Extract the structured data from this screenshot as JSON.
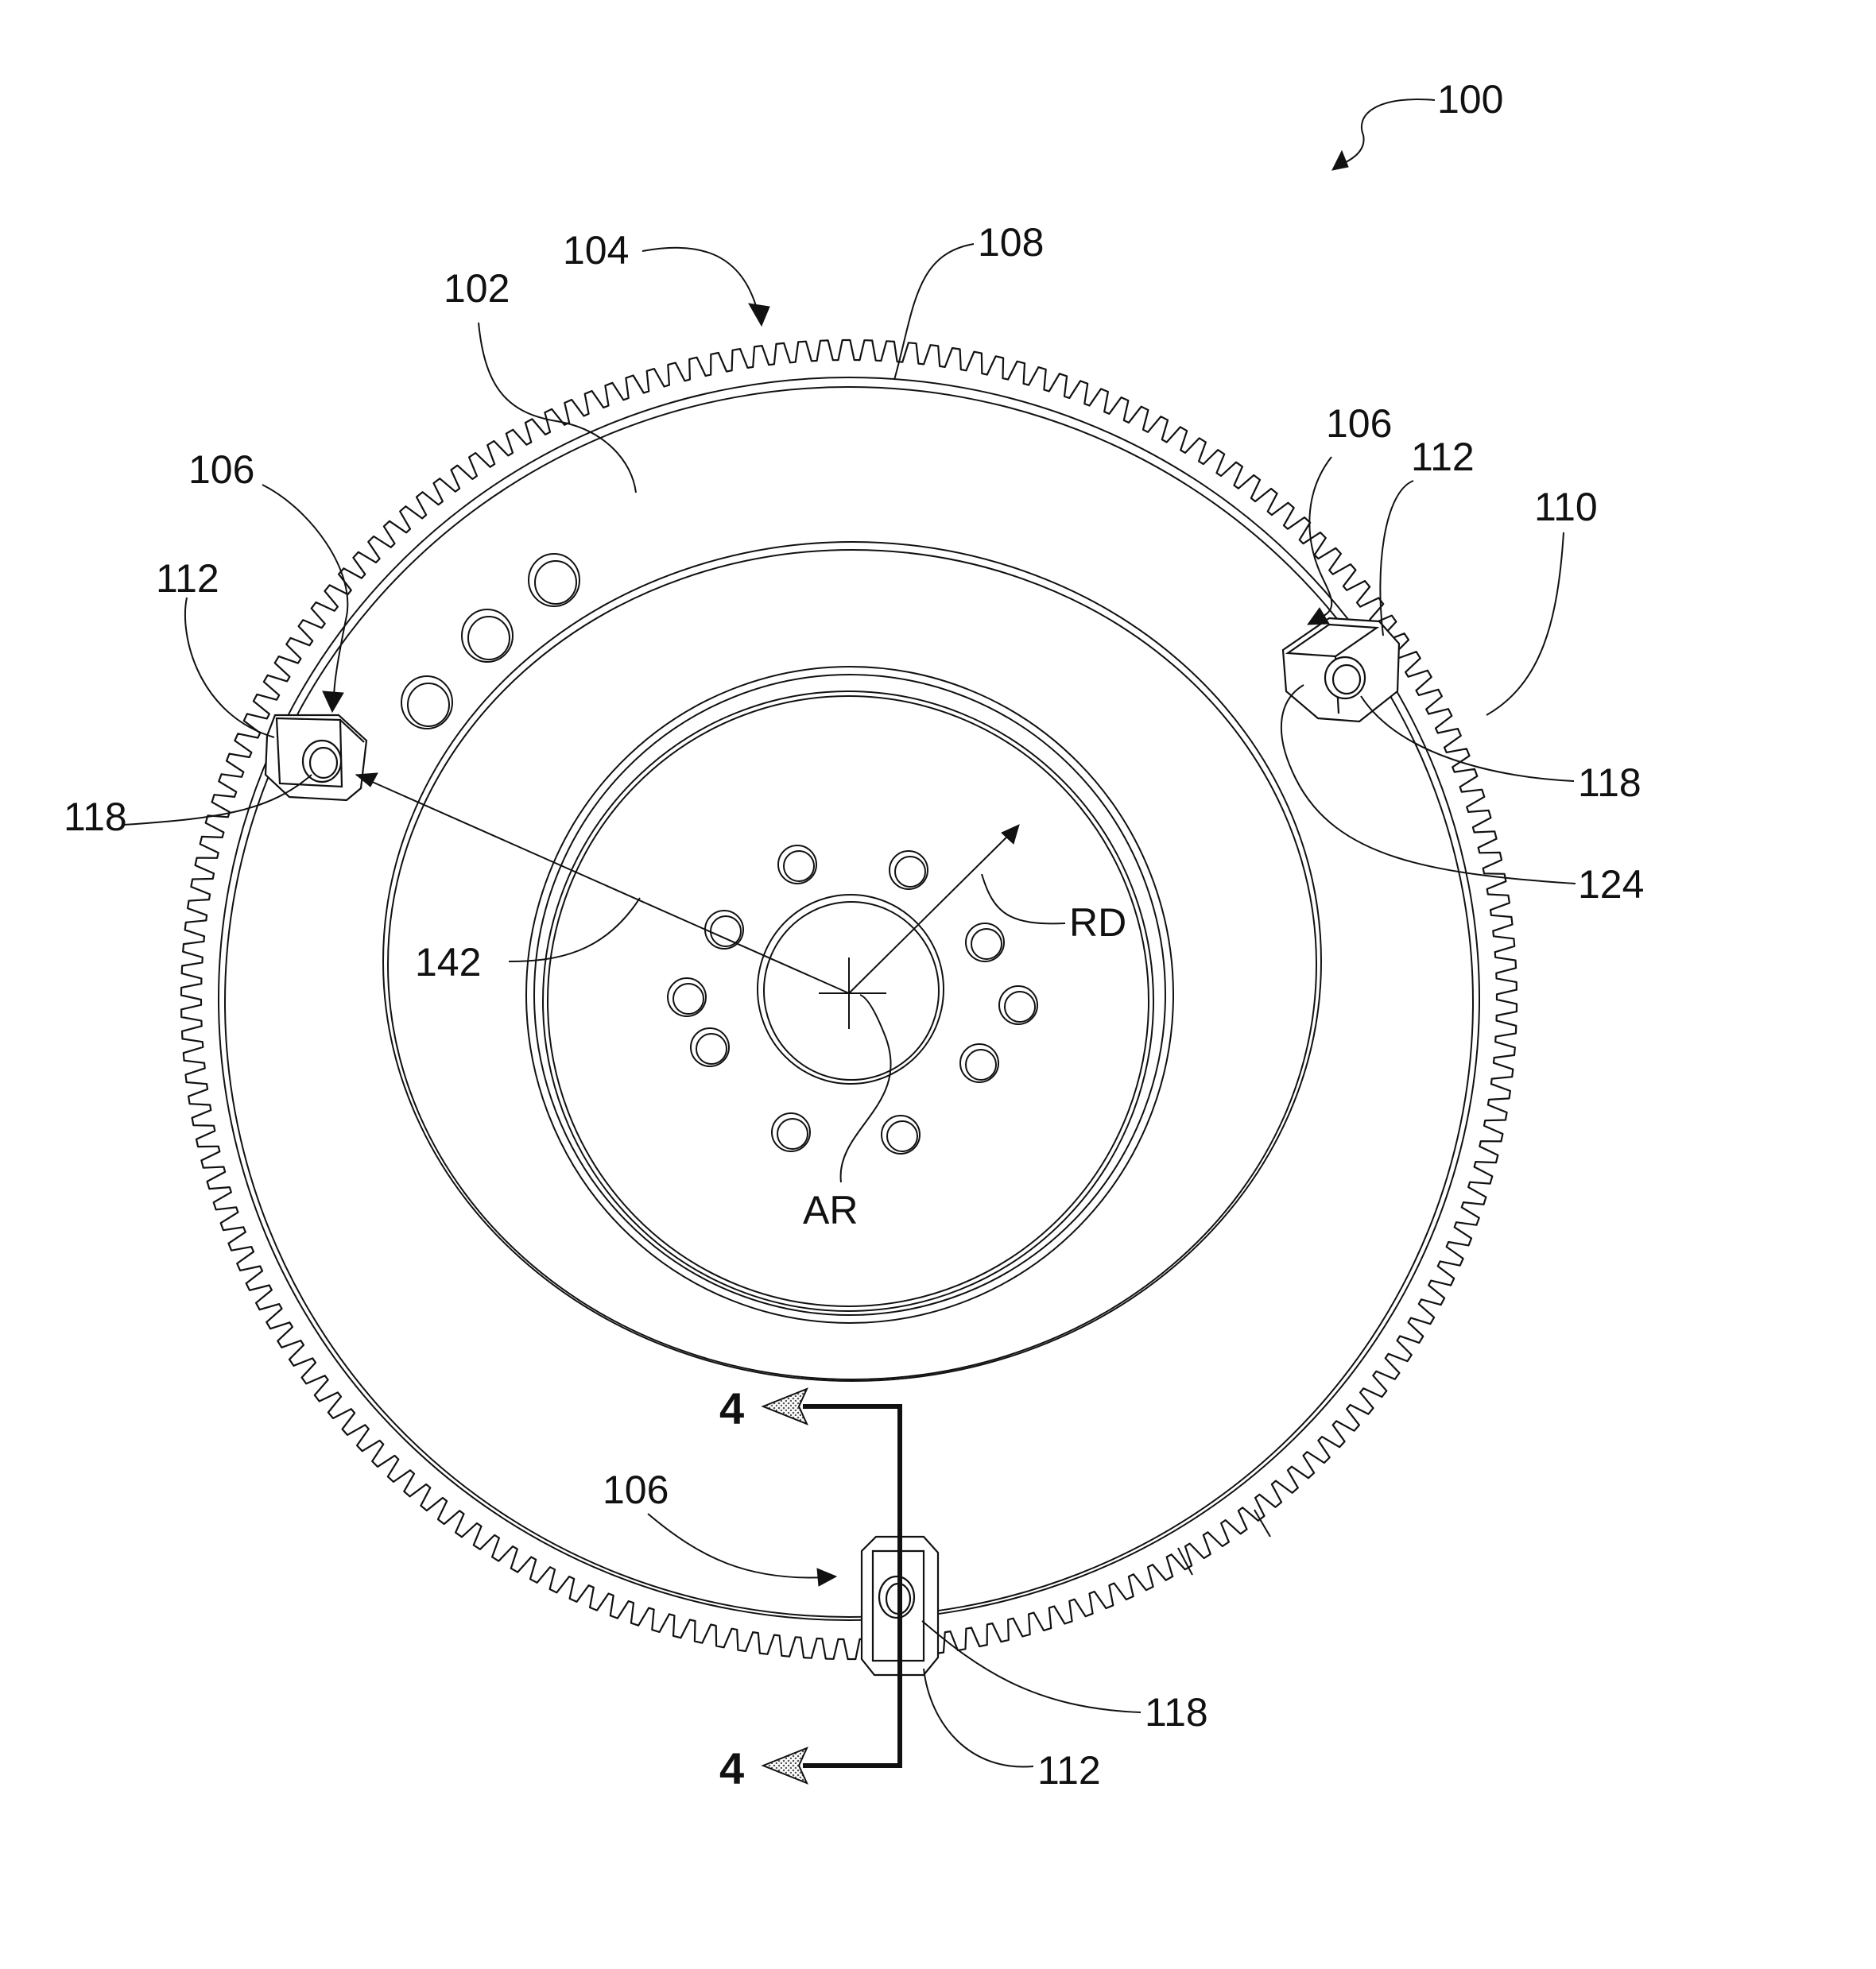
{
  "figure": {
    "labels": {
      "assembly": "100",
      "flexplate": "102",
      "ring_gear": "104",
      "clip_top_left": "106",
      "clip_top_right": "106",
      "clip_bottom": "106",
      "outer_edge": "108",
      "teeth": "110",
      "body_left": "112",
      "body_right": "112",
      "body_bottom": "112",
      "fastener_left": "118",
      "fastener_right": "118",
      "fastener_bottom": "118",
      "recess": "124",
      "radius": "142",
      "radial_direction": "RD",
      "axis_of_rotation": "AR",
      "section_top": "4",
      "section_bottom": "4"
    },
    "tooth_count": 190,
    "colors": {
      "line": "#111111",
      "stipple": "#555555",
      "background": "#ffffff"
    }
  }
}
